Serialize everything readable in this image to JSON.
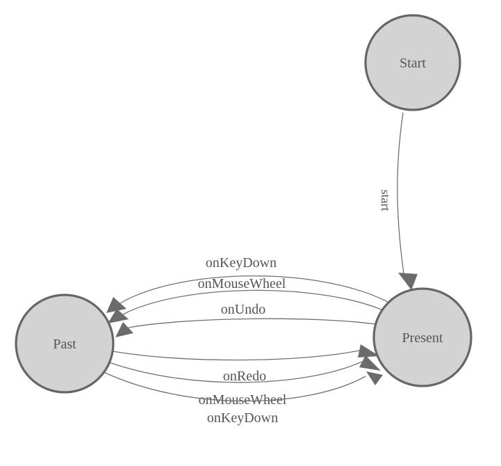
{
  "diagram": {
    "type": "state-machine",
    "background_color": "#ffffff",
    "node_fill_color": "#d3d3d3",
    "node_border_color": "#666666",
    "edge_color": "#707070",
    "arrowhead_color": "#6b6b6b",
    "text_color": "#555555",
    "nodes": [
      {
        "id": "start",
        "label": "Start"
      },
      {
        "id": "past",
        "label": "Past"
      },
      {
        "id": "present",
        "label": "Present"
      }
    ],
    "edges": [
      {
        "from": "start",
        "to": "present",
        "label": "start"
      },
      {
        "from": "present",
        "to": "past",
        "label": "onKeyDown"
      },
      {
        "from": "present",
        "to": "past",
        "label": "onMouseWheel"
      },
      {
        "from": "present",
        "to": "past",
        "label": "onUndo"
      },
      {
        "from": "past",
        "to": "present",
        "label": "onRedo"
      },
      {
        "from": "past",
        "to": "present",
        "label": "onMouseWheel"
      },
      {
        "from": "past",
        "to": "present",
        "label": "onKeyDown"
      }
    ]
  }
}
